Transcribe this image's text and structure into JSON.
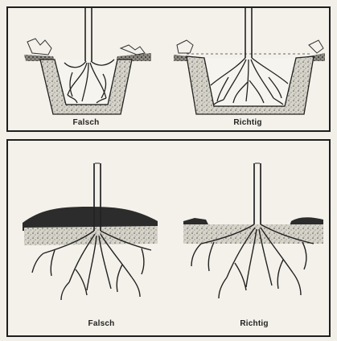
{
  "panels": [
    {
      "captions": {
        "left": "Falsch",
        "right": "Richtig"
      }
    },
    {
      "captions": {
        "left": "Falsch",
        "right": "Richtig"
      }
    }
  ]
}
